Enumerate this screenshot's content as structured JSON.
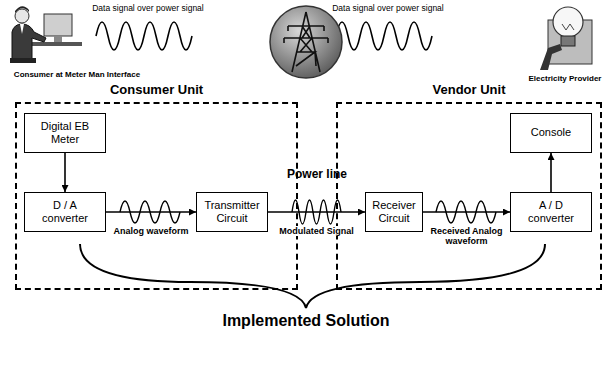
{
  "diagram": {
    "nodes": [
      {
        "text": [
          "Consumer Unit"
        ]
      },
      {
        "text": [
          "Digital EB Meter"
        ],
        "in": 0
      },
      {
        "text": [
          "D / A converter"
        ],
        "in": 0
      },
      {
        "text": [
          "Transmitter Circuit"
        ],
        "in": 0
      },
      {
        "text": [
          "Vendor Unit"
        ]
      },
      {
        "text": [
          "Receiver Circuit"
        ],
        "in": 4
      },
      {
        "text": [
          "A / D converter"
        ],
        "in": 4
      },
      {
        "text": [
          "Console"
        ],
        "in": 4
      }
    ],
    "edges": [
      {
        "from": 1,
        "to": 2,
        "arrow": "to"
      },
      {
        "from": 2,
        "to": 3,
        "label": "Analog waveform",
        "arrow": "to"
      },
      {
        "from": 3,
        "to": 5,
        "label": "Modulated Signal",
        "arrow": "to"
      },
      {
        "from": 5,
        "to": 6,
        "label": "Received Analog waveform",
        "arrow": "to"
      },
      {
        "from": 6,
        "to": 7,
        "arrow": "to"
      }
    ],
    "labels": [
      "Data signal over power signal",
      "Data signal over power signal",
      "Consumer at Meter Man Interface",
      "Electricity Provider",
      "Power line",
      "Implemented Solution"
    ]
  }
}
